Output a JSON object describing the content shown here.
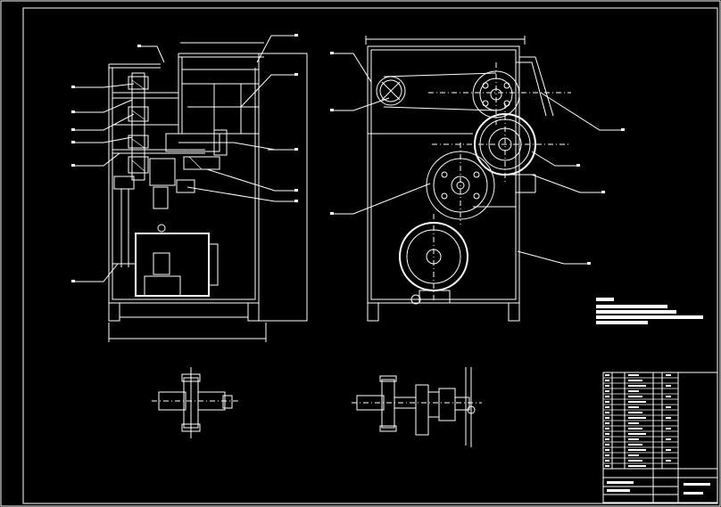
{
  "drawing": {
    "line_color": "#ffffff",
    "background": "#000000",
    "views": [
      "front-section-view",
      "side-view",
      "shaft-detail-left",
      "shaft-detail-right"
    ]
  },
  "notes_block": {
    "lines": 5
  },
  "bom_table": {
    "rows": 18,
    "columns": 6
  },
  "title_block": {
    "rows": 4
  }
}
